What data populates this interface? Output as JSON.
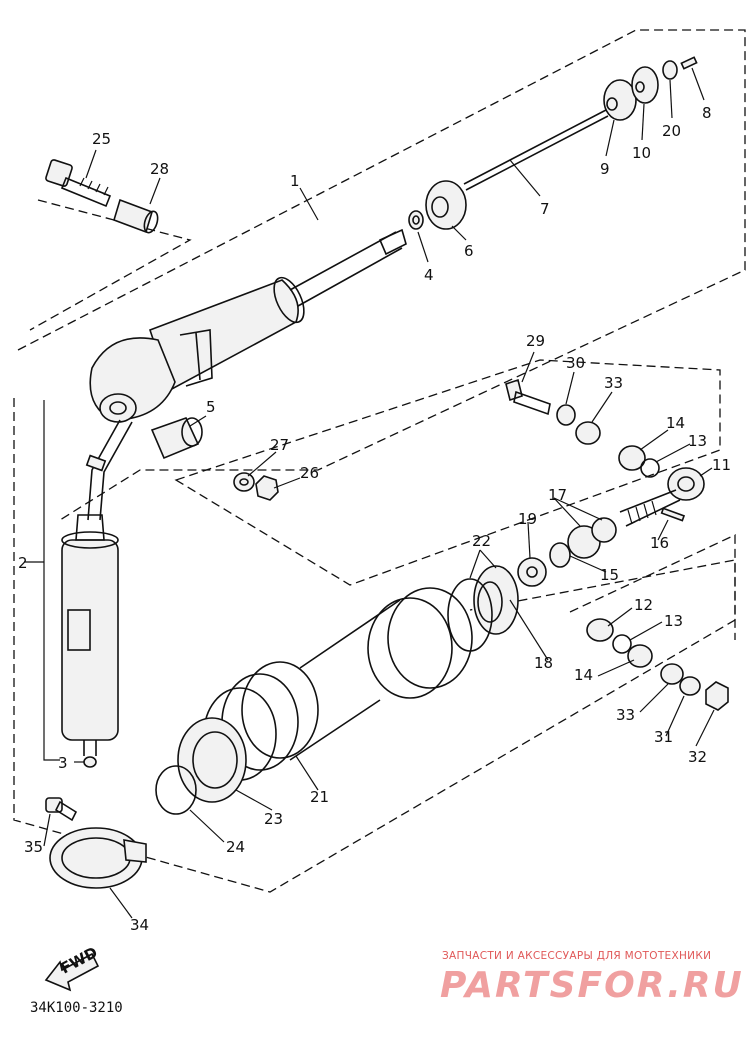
{
  "callouts": [
    {
      "id": "p25",
      "text": "25"
    },
    {
      "id": "p28",
      "text": "28"
    },
    {
      "id": "p1",
      "text": "1"
    },
    {
      "id": "p4",
      "text": "4"
    },
    {
      "id": "p6",
      "text": "6"
    },
    {
      "id": "p7",
      "text": "7"
    },
    {
      "id": "p9",
      "text": "9"
    },
    {
      "id": "p10",
      "text": "10"
    },
    {
      "id": "p20",
      "text": "20"
    },
    {
      "id": "p8",
      "text": "8"
    },
    {
      "id": "p5",
      "text": "5"
    },
    {
      "id": "p27",
      "text": "27"
    },
    {
      "id": "p26",
      "text": "26"
    },
    {
      "id": "p29",
      "text": "29"
    },
    {
      "id": "p30",
      "text": "30"
    },
    {
      "id": "p33a",
      "text": "33"
    },
    {
      "id": "p14a",
      "text": "14"
    },
    {
      "id": "p13a",
      "text": "13"
    },
    {
      "id": "p11",
      "text": "11"
    },
    {
      "id": "p17",
      "text": "17"
    },
    {
      "id": "p19",
      "text": "19"
    },
    {
      "id": "p22",
      "text": "22"
    },
    {
      "id": "p16",
      "text": "16"
    },
    {
      "id": "p15",
      "text": "15"
    },
    {
      "id": "p2",
      "text": "2"
    },
    {
      "id": "p12",
      "text": "12"
    },
    {
      "id": "p13b",
      "text": "13"
    },
    {
      "id": "p18",
      "text": "18"
    },
    {
      "id": "p14b",
      "text": "14"
    },
    {
      "id": "p33b",
      "text": "33"
    },
    {
      "id": "p31",
      "text": "31"
    },
    {
      "id": "p32",
      "text": "32"
    },
    {
      "id": "p3",
      "text": "3"
    },
    {
      "id": "p21",
      "text": "21"
    },
    {
      "id": "p23",
      "text": "23"
    },
    {
      "id": "p24",
      "text": "24"
    },
    {
      "id": "p35",
      "text": "35"
    },
    {
      "id": "p34",
      "text": "34"
    }
  ],
  "fwd_label": "FWD",
  "diagram_code": "34K100-3210",
  "watermark": {
    "subtitle": "ЗАПЧАСТИ И АКСЕССУАРЫ ДЛЯ МОТОТЕХНИКИ",
    "logo": "PARTSFOR.RU"
  }
}
